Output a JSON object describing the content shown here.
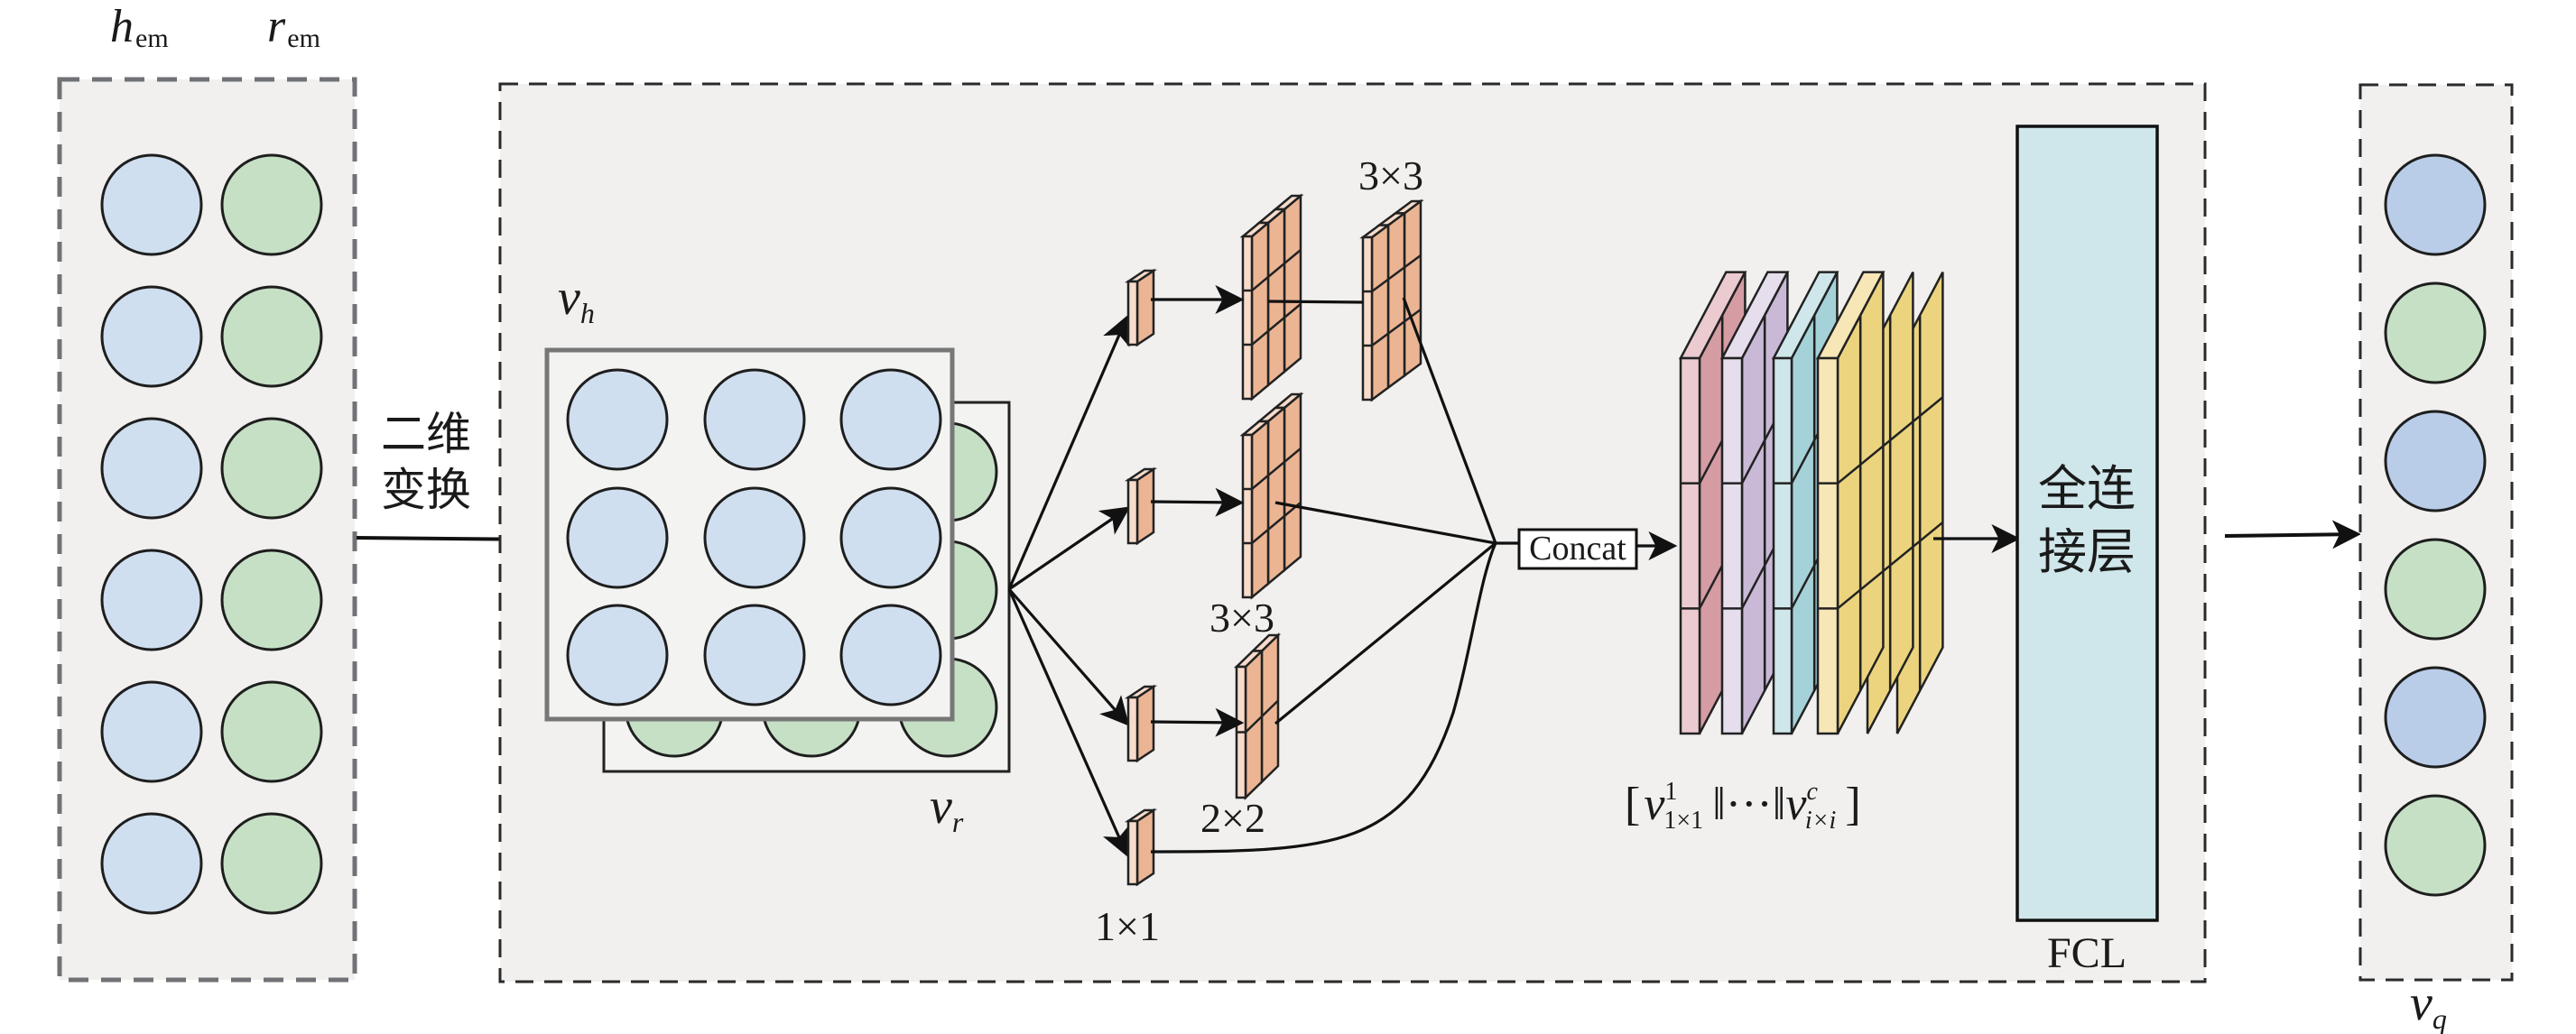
{
  "figure": {
    "input_panel": {
      "labels": {
        "h_main": "h",
        "h_sub": "em",
        "r_main": "r",
        "r_sub": "em"
      },
      "rows": 6,
      "colors": {
        "h": "#cfdff0",
        "r": "#c6e0c5"
      }
    },
    "transform_label": {
      "line1": "二维",
      "line2": "变换"
    },
    "matrix": {
      "front_label_main": "v",
      "front_label_sub": "h",
      "back_label_main": "v",
      "back_label_sub": "r",
      "grid": "3x3",
      "colors": {
        "front": "#cfdff0",
        "back": "#c6e0c5"
      }
    },
    "kernels": {
      "branch_labels": [
        "3×3",
        "3×3",
        "2×2",
        "1×1"
      ],
      "color_light": "#f7dccb",
      "color_dark": "#ebb594"
    },
    "concat": {
      "label": "Concat",
      "formula": {
        "open": "[",
        "v1": "v",
        "v1_sup": "1",
        "v1_sub": "1×1",
        "sep": "‖···‖",
        "vc": "v",
        "vc_sup": "c",
        "vc_sub": "i×i",
        "close": "]"
      },
      "stack_colors": [
        {
          "light": "#ebcbd0",
          "dark": "#d59ca4"
        },
        {
          "light": "#e6deed",
          "dark": "#c9b8d6"
        },
        {
          "light": "#cfe7ea",
          "dark": "#a5d2d9"
        },
        {
          "light": "#f7e6b6",
          "dark": "#ecd47f"
        }
      ]
    },
    "fcl": {
      "label_line1": "全连",
      "label_line2": "接层",
      "caption": "FCL",
      "color": "#cfe6ea"
    },
    "output_panel": {
      "label_main": "v",
      "label_sub": "q",
      "circles": [
        "blue",
        "green",
        "blue",
        "green",
        "blue",
        "green"
      ],
      "colors": {
        "blue": "#b9cde8",
        "green": "#c6e0c5"
      }
    }
  }
}
